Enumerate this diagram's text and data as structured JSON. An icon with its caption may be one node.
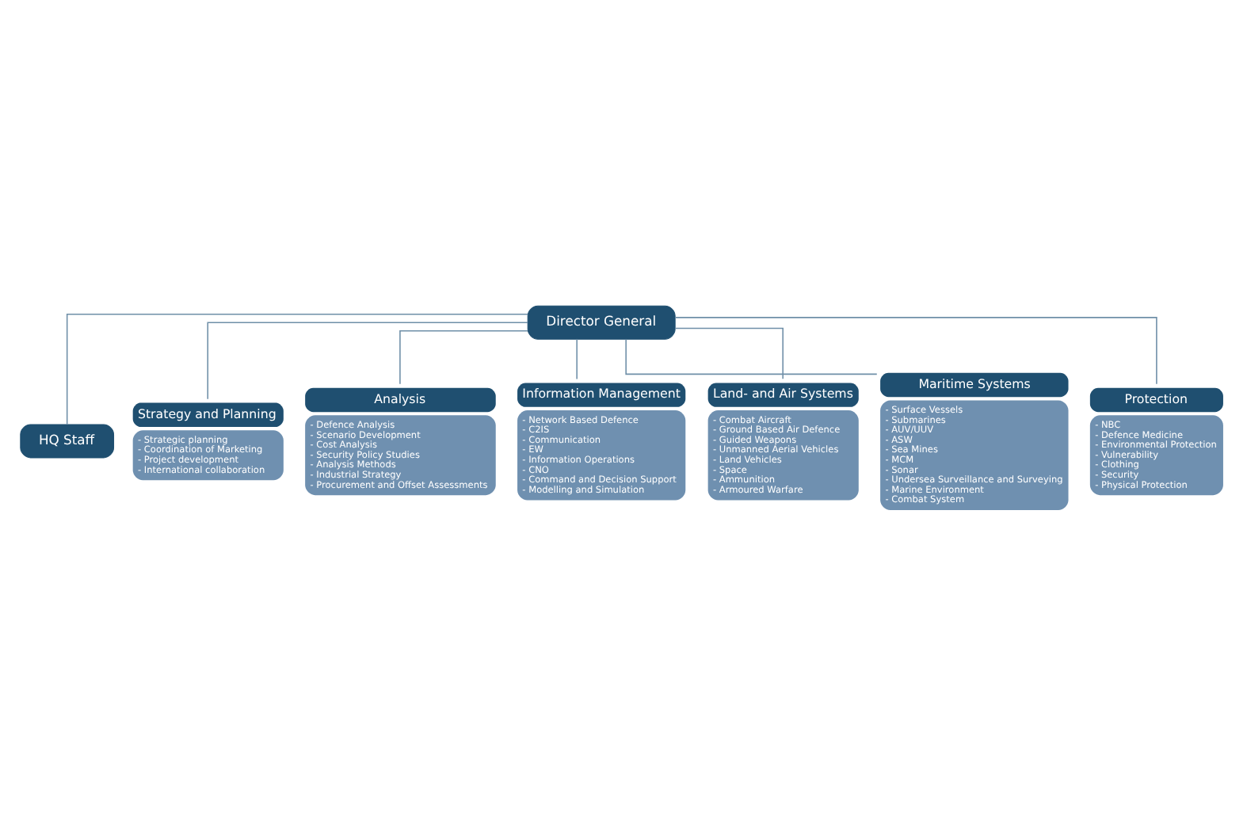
{
  "diagram": {
    "nodes": [
      {
        "text": [
          "Director General"
        ]
      },
      {
        "text": [
          "HQ Staff"
        ]
      },
      {
        "text": [
          "Strategy and Planning",
          "- Strategic planning",
          "- Coordination of Marketing",
          "- Project development",
          "- International collaboration"
        ]
      },
      {
        "text": [
          "Analysis",
          "- Defence Analysis",
          "- Scenario Development",
          "- Cost Analysis",
          "- Security Policy Studies",
          "- Analysis Methods",
          "- Industrial Strategy",
          "- Procurement and Offset Assessments"
        ]
      },
      {
        "text": [
          "Information Management",
          "- Network Based Defence",
          "- C2IS",
          "- Communication",
          "- EW",
          "- Information Operations",
          "- CNO",
          "- Command and Decision Support",
          "- Modelling and Simulation"
        ]
      },
      {
        "text": [
          "Land- and Air Systems",
          "- Combat Aircraft",
          "- Ground Based Air Defence",
          "- Guided Weapons",
          "- Unmanned Aerial Vehicles",
          "- Land Vehicles",
          "- Space",
          "- Ammunition",
          "- Armoured Warfare"
        ]
      },
      {
        "text": [
          "Maritime Systems",
          "- Surface Vessels",
          "- Submarines",
          "- AUV/UUV",
          "- ASW",
          "- Sea Mines",
          "- MCM",
          "- Sonar",
          "- Undersea Surveillance and Surveying",
          "- Marine Environment",
          "- Combat System"
        ]
      },
      {
        "text": [
          "Protection",
          "- NBC",
          "- Defence Medicine",
          "- Environmental Protection",
          "- Vulnerability",
          "- Clothing",
          "- Security",
          "- Physical Protection"
        ]
      }
    ],
    "edges": [
      {
        "from": 0,
        "to": 1,
        "arrow": "none"
      },
      {
        "from": 0,
        "to": 2,
        "arrow": "none"
      },
      {
        "from": 0,
        "to": 3,
        "arrow": "none"
      },
      {
        "from": 0,
        "to": 4,
        "arrow": "none"
      },
      {
        "from": 0,
        "to": 5,
        "arrow": "none"
      },
      {
        "from": 0,
        "to": 6,
        "arrow": "none"
      },
      {
        "from": 0,
        "to": 7,
        "arrow": "none"
      }
    ]
  }
}
